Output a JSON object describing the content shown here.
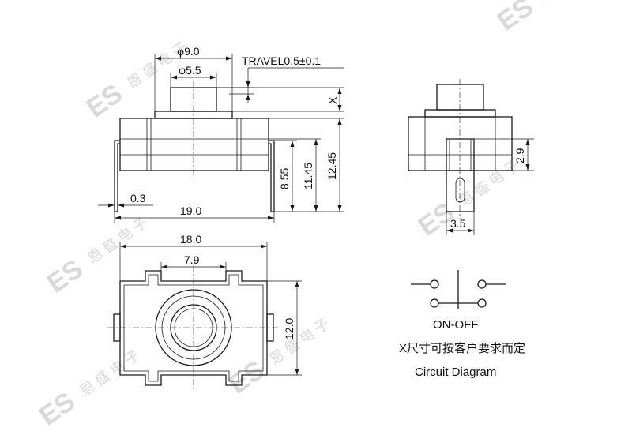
{
  "watermark": {
    "logo": "ES",
    "cn": "恩 盛 电 子"
  },
  "dimensions": {
    "phi_9": "φ9.0",
    "phi_5_5": "φ5.5",
    "travel": "TRAVEL0.5±0.1",
    "x": "X",
    "d_0_3": "0.3",
    "d_19": "19.0",
    "d_8_55": "8.55",
    "d_11_45": "11.45",
    "d_12_45": "12.45",
    "d_2_9": "2.9",
    "d_3_5": "3.5",
    "d_18": "18.0",
    "d_7_9": "7.9",
    "d_12": "12.0"
  },
  "circuit": {
    "mode": "ON-OFF",
    "note": "X尺寸可按客户要求而定",
    "caption": "Circuit Diagram"
  }
}
